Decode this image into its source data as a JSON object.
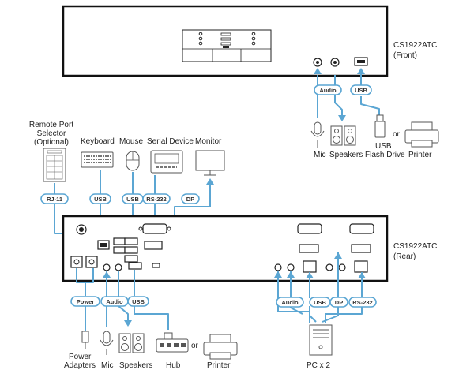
{
  "front_unit": {
    "model": "CS1922ATC",
    "side": "(Front)"
  },
  "rear_unit": {
    "model": "CS1922ATC",
    "side": "(Rear)"
  },
  "remote_selector": {
    "line1": "Remote Port",
    "line2": "Selector",
    "line3": "(Optional)"
  },
  "devices": {
    "keyboard": "Keyboard",
    "mouse": "Mouse",
    "serial": "Serial Device",
    "monitor": "Monitor",
    "front_mic": "Mic",
    "front_speakers": "Speakers",
    "usb_flash_1": "USB",
    "usb_flash_2": "Flash Drive",
    "or": "or",
    "printer": "Printer",
    "power_1": "Power",
    "power_2": "Adapters",
    "rear_mic": "Mic",
    "rear_speakers": "Speakers",
    "hub": "Hub",
    "rear_or": "or",
    "rear_printer": "Printer",
    "pc": "PC x 2"
  },
  "connectors": {
    "front_audio": "Audio",
    "front_usb": "USB",
    "rj11": "RJ-11",
    "kb_usb": "USB",
    "mouse_usb": "USB",
    "rs232": "RS-232",
    "dp": "DP",
    "power": "Power",
    "rear_audio": "Audio",
    "rear_usb": "USB",
    "pc_audio": "Audio",
    "pc_usb": "USB",
    "pc_dp": "DP",
    "pc_rs232": "RS-232"
  },
  "colors": {
    "cable": "#5ba6d3",
    "outline": "#222222"
  }
}
